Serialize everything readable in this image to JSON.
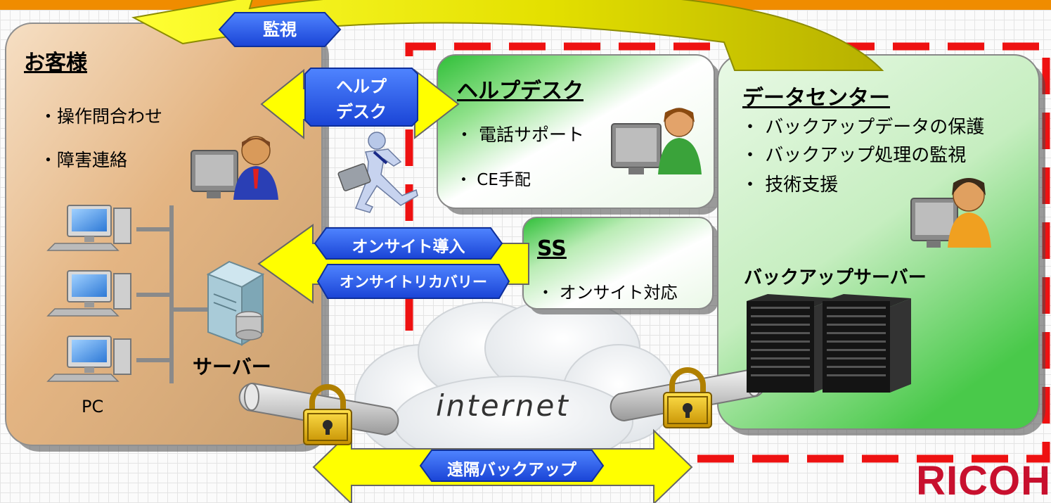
{
  "customer": {
    "title": "お客様",
    "items": [
      "・操作問合わせ",
      "・障害連絡"
    ],
    "pc_label": "PC",
    "server_label": "サーバー"
  },
  "helpdesk": {
    "title": "ヘルプデスク",
    "items": [
      "・ 電話サポート",
      "・ CE手配"
    ]
  },
  "ss": {
    "title": "SS",
    "items": [
      "・ オンサイト対応"
    ]
  },
  "datacenter": {
    "title": "データセンター",
    "items": [
      "・ バックアップデータの保護",
      "・ バックアップ処理の監視",
      "・ 技術支援"
    ],
    "server_label": "バックアップサーバー"
  },
  "arrows": {
    "monitor": "監視",
    "helpdesk_line1": "ヘルプ",
    "helpdesk_line2": "デスク",
    "onsite_install": "オンサイト導入",
    "onsite_recovery": "オンサイトリカバリー",
    "remote_backup": "遠隔バックアップ"
  },
  "internet_label": "internet",
  "logo": "RICOH",
  "colors": {
    "accent_bar": "#f08c00",
    "arrow_yellow": "#ffff00",
    "label_blue": "#2457e8",
    "customer_box": "#e4b583",
    "green_box": "#5fd35a",
    "dashed_red": "#ee1111",
    "logo_red": "#c8102e"
  }
}
